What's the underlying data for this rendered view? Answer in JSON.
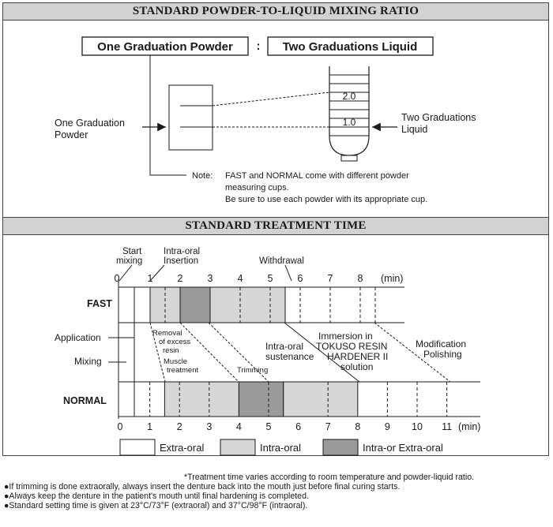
{
  "ratio_section": {
    "title": "STANDARD POWDER-TO-LIQUID MIXING RATIO",
    "powder_box_label": "One Graduation Powder",
    "separator": ":",
    "liquid_box_label": "Two Graduations Liquid",
    "powder_label_line1": "One Graduation",
    "powder_label_line2": "Powder",
    "liquid_label_line1": "Two Graduations",
    "liquid_label_line2": "Liquid",
    "grad_high": "2.0",
    "grad_low": "1.0",
    "note_prefix": "Note:",
    "note_line1": "FAST and NORMAL come with different powder",
    "note_line2": "measuring cups.",
    "note_line3": "Be sure to use each powder with its appropriate cup."
  },
  "time_section": {
    "title": "STANDARD TREATMENT TIME",
    "start_mixing_line1": "Start",
    "start_mixing_line2": "mixing",
    "insertion_line1": "Intra-oral",
    "insertion_line2": "Insertion",
    "withdrawal": "Withdrawal",
    "top_ticks": [
      "0",
      "1",
      "2",
      "3",
      "4",
      "5",
      "6",
      "7",
      "8"
    ],
    "top_unit": "(min)",
    "bottom_ticks": [
      "0",
      "1",
      "2",
      "3",
      "4",
      "5",
      "6",
      "7",
      "8",
      "9",
      "10",
      "11"
    ],
    "bottom_unit": "(min)",
    "fast_label": "FAST",
    "normal_label": "NORMAL",
    "application_label": "Application",
    "mixing_label": "Mixing",
    "removal_lines": [
      "Removal",
      "of excess",
      "resin",
      "Muscle",
      "treatment"
    ],
    "trimming": "Trimming",
    "sustenance_line1": "Intra-oral",
    "sustenance_line2": "sustenance",
    "immersion_lines": [
      "Immersion in",
      "TOKUSO RESIN",
      "HARDENER II",
      "solution"
    ],
    "modification_line1": "Modification",
    "modification_line2": "Polishing"
  },
  "legend": {
    "extra_oral": "Extra-oral",
    "intra_oral": "Intra-oral",
    "either": "Intra-or Extra-oral"
  },
  "colors": {
    "intra_oral": "#d6d6d6",
    "either": "#9a9a9a",
    "extra_oral": "#ffffff",
    "header_bg": "#d2d2d2"
  },
  "fast_segments": [
    {
      "start": 1,
      "end": 2,
      "type": "intra"
    },
    {
      "start": 2,
      "end": 3,
      "type": "either"
    },
    {
      "start": 3,
      "end": 5.5,
      "type": "intra"
    }
  ],
  "normal_segments": [
    {
      "start": 1.5,
      "end": 4,
      "type": "intra"
    },
    {
      "start": 4,
      "end": 5.5,
      "type": "either"
    },
    {
      "start": 5.5,
      "end": 8,
      "type": "intra"
    }
  ],
  "notes": {
    "line1": "*Treatment time varies according to room temperature and powder-liquid ratio.",
    "line2": "●If trimming is done extraorally, always insert the denture back into the mouth just before final curing starts.",
    "line3": "●Always keep the denture in the patient's mouth until final hardening is completed.",
    "line4": "●Standard setting time is given at 23°C/73°F (extraoral) and 37°C/98°F (intraoral)."
  }
}
